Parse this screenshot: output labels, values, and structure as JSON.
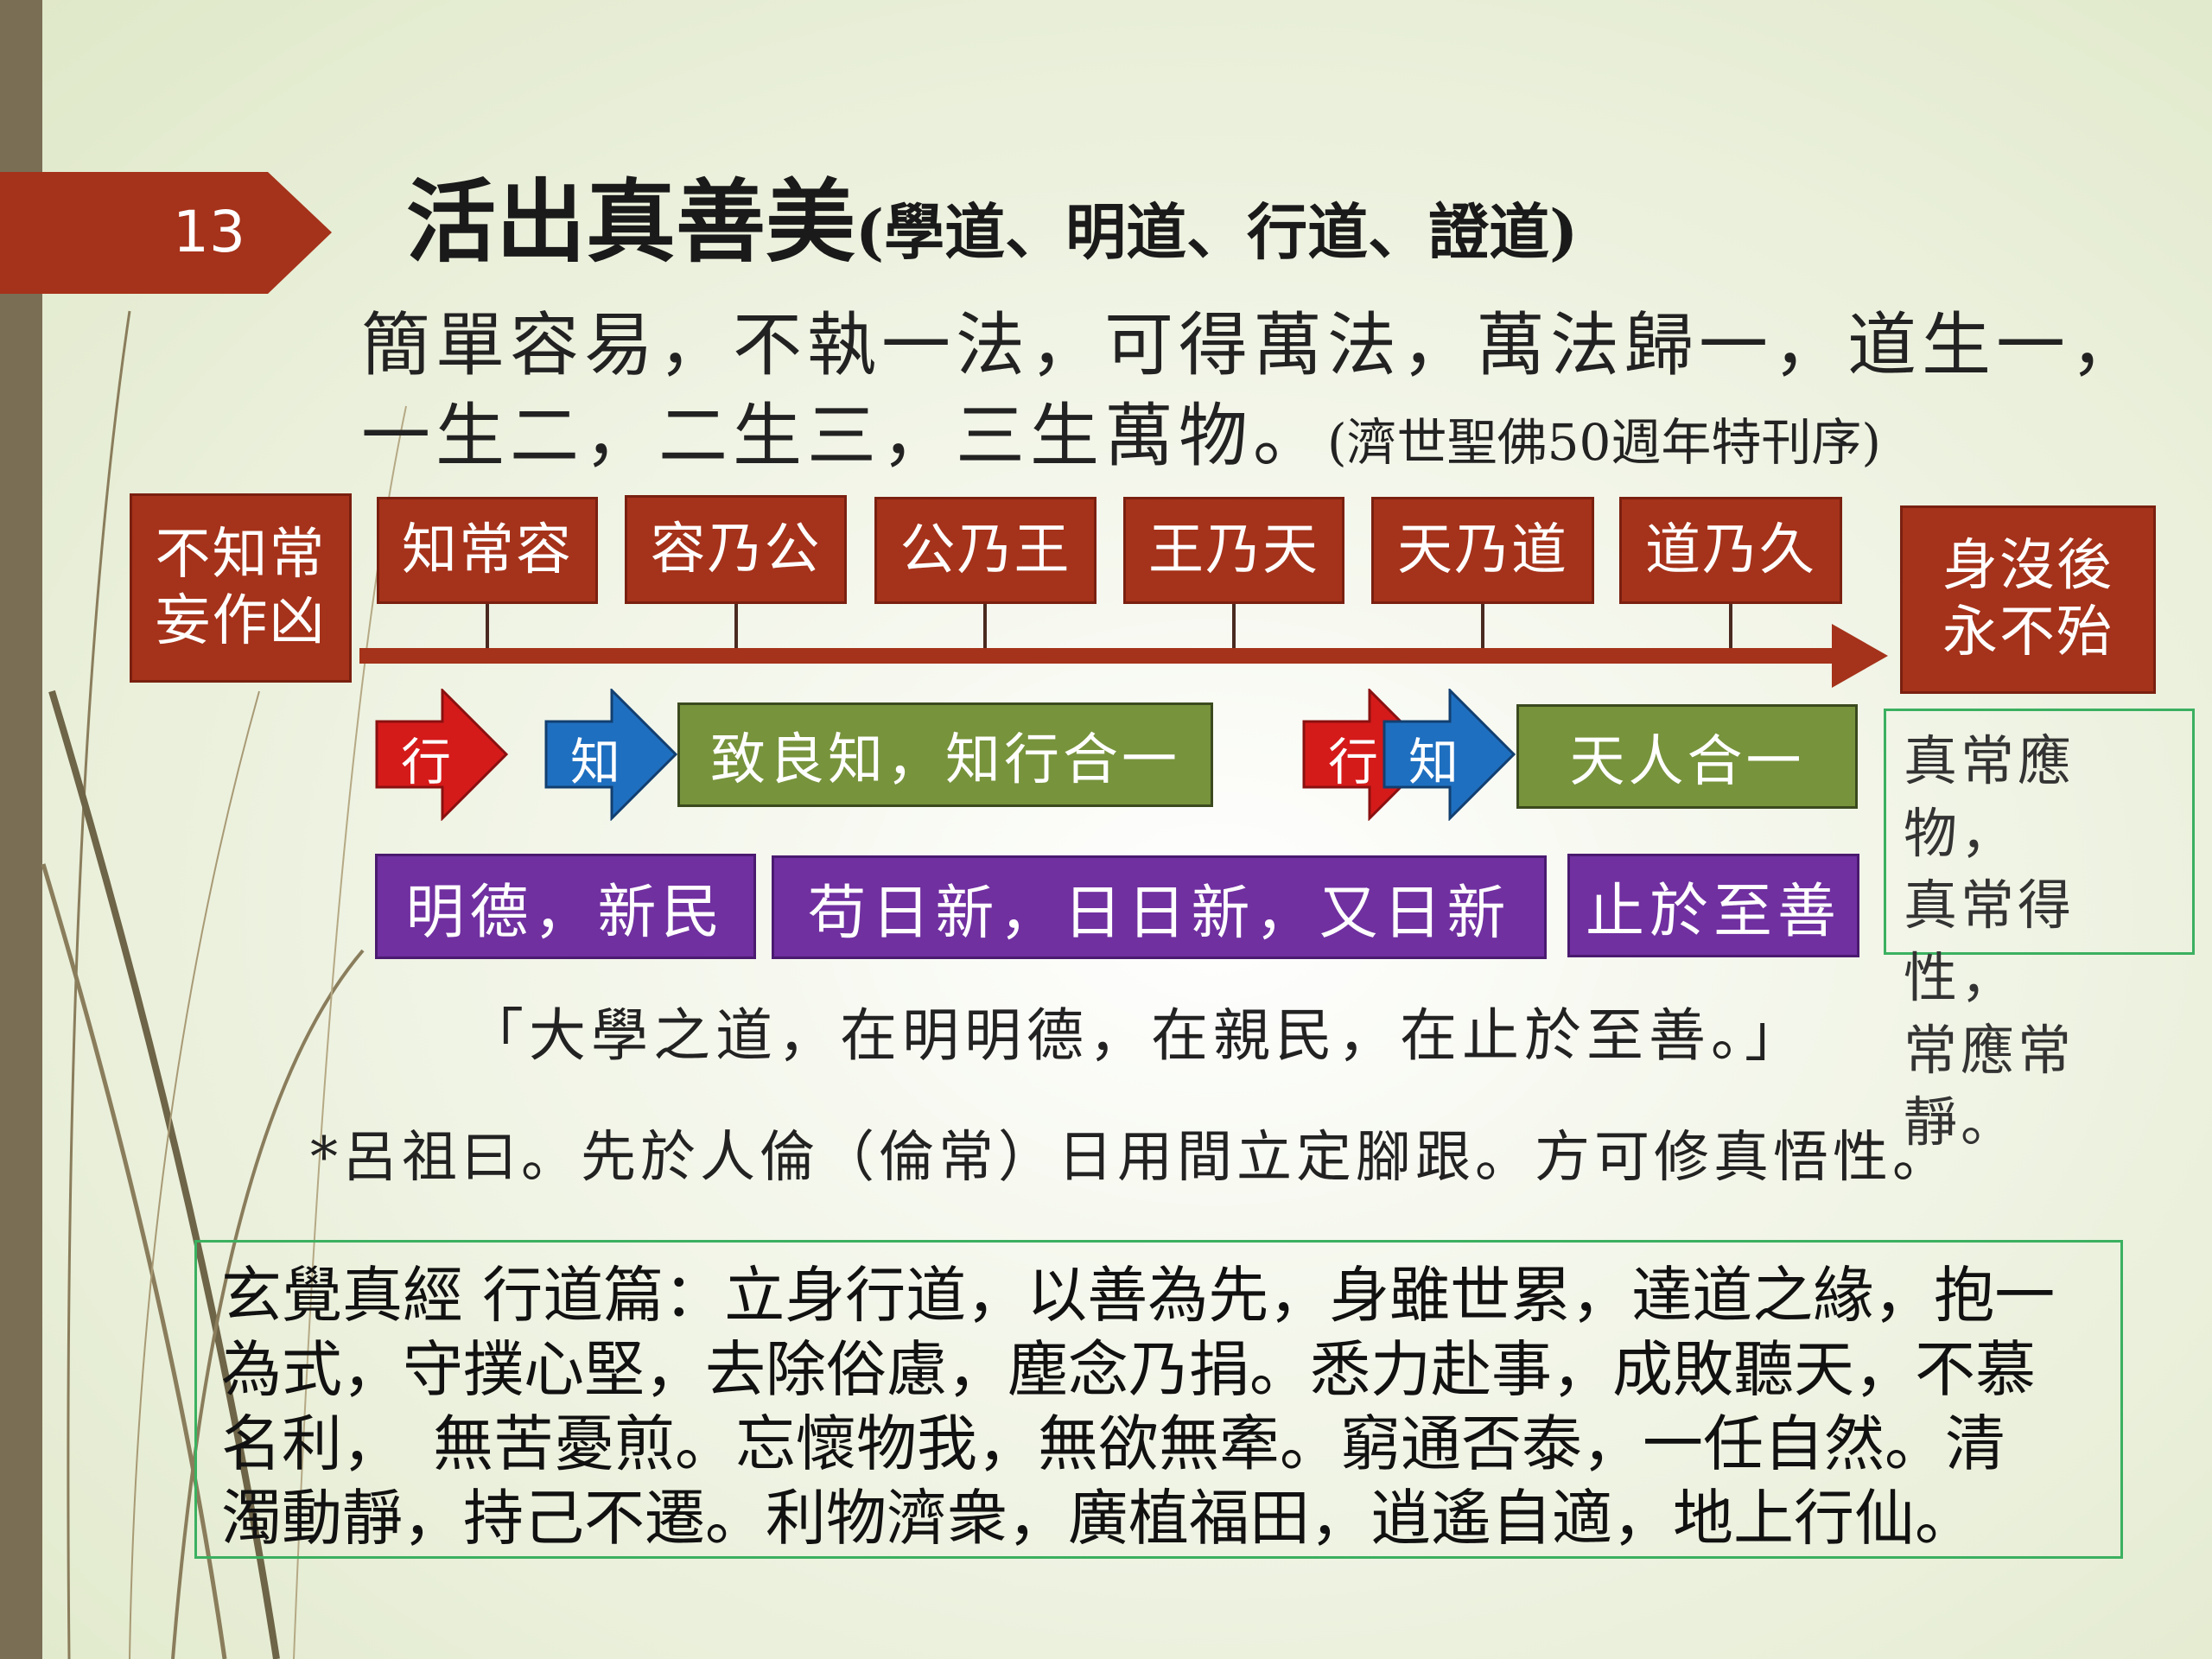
{
  "slide": {
    "number": "13",
    "title": "活出真善美",
    "title_sub": "(學道、明道、行道、證道)",
    "intro_line1": "簡單容易，不執一法，可得萬法，萬法歸一，道生一，",
    "intro_line2": "一生二，二生三，三生萬物。",
    "intro_source": "(濟世聖佛50週年特刊序)",
    "timeline": {
      "start": [
        "不知常",
        "妄作凶"
      ],
      "steps": [
        "知常容",
        "容乃公",
        "公乃王",
        "王乃天",
        "天乃道",
        "道乃久"
      ],
      "end": [
        "身沒後",
        "永不殆"
      ]
    },
    "arrows": {
      "xing": "行",
      "zhi": "知"
    },
    "green_boxes": [
      "致良知，知行合一",
      "天人合一"
    ],
    "purple_boxes": [
      "明德，新民",
      "苟日新，日日新，又日新",
      "止於至善"
    ],
    "side_box": [
      "真常應物，",
      "真常得性，",
      "常應常靜。"
    ],
    "quote": "「大學之道，在明明德，在親民，在止於至善。」",
    "luzu": "*呂祖曰。先於人倫（倫常）日用間立定腳跟。方可修真悟性。",
    "scripture": [
      "玄覺真經 行道篇：立身行道，以善為先，身雖世累，達道之緣，抱一",
      "為式，守撲心堅，去除俗慮，塵念乃捐。悉力赴事，成敗聽天，不慕",
      "名利，　無苦憂煎。忘懷物我，無欲無牽。窮通否泰，一任自然。清",
      "濁動靜，持己不遷。利物濟衆，廣植福田，逍遙自適，地上行仙。"
    ]
  },
  "colors": {
    "red": "#a5321a",
    "green": "#77933c",
    "purple": "#7030a0",
    "blue": "#1f6fc0"
  }
}
